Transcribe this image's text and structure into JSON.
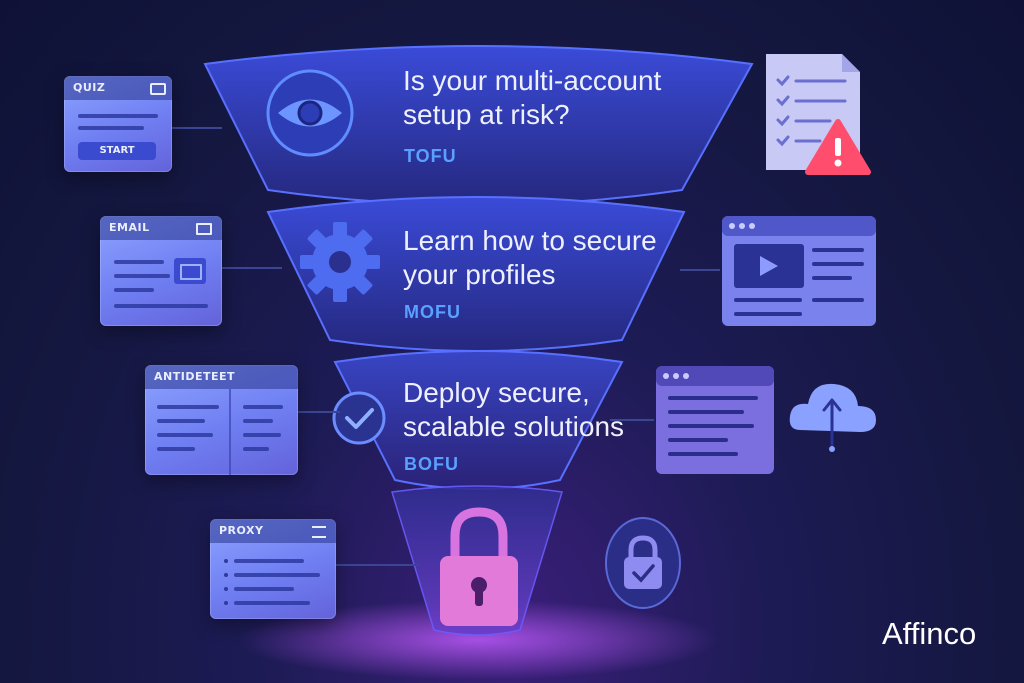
{
  "brand": "Affinco",
  "stages": [
    {
      "line1": "Is your multi-account",
      "line2": "setup at risk?",
      "tag": "TOFU",
      "icon": "eye-icon"
    },
    {
      "line1": "Learn how to secure",
      "line2": "your profiles",
      "tag": "MOFU",
      "icon": "gear-icon"
    },
    {
      "line1": "Deploy secure,",
      "line2": "scalable solutions",
      "tag": "BOFU",
      "icon": "check-circle-icon"
    }
  ],
  "cards": {
    "quiz": {
      "title": "QUIZ",
      "button": "START"
    },
    "email": {
      "title": "EMAIL"
    },
    "antidetect": {
      "title": "ANTIDETEET"
    },
    "proxy": {
      "title": "PROXY"
    }
  },
  "colors": {
    "accent": "#5aa0ff",
    "funnel": "#2f3aa8",
    "lock": "#e27ad9"
  }
}
